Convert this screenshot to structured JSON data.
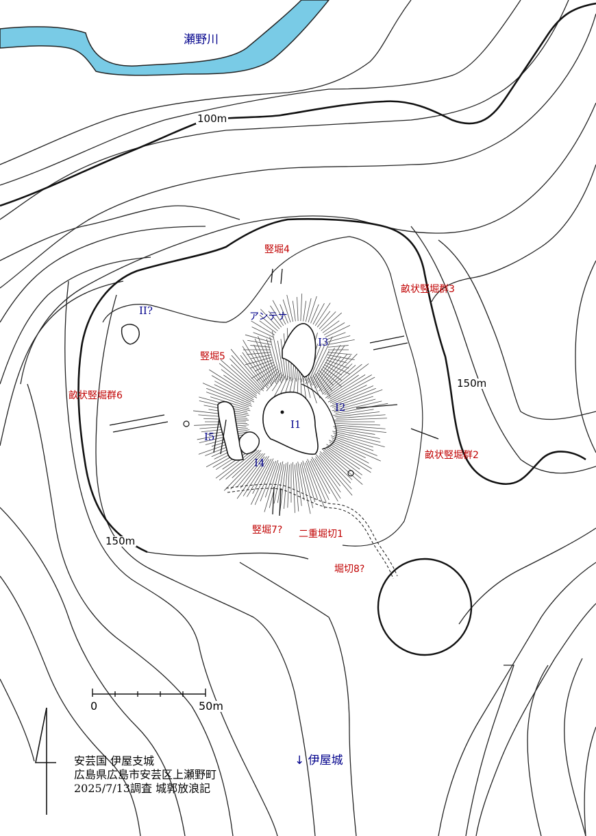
{
  "river": {
    "name": "瀬野川"
  },
  "contours": {
    "label_100": "100m",
    "label_150_right": "150m",
    "label_150_left": "150m"
  },
  "features": {
    "tatebori4": "竪堀4",
    "uneiki3": "畝状竪堀群3",
    "antenna": "アンテナ",
    "kuruwa_II": "II?",
    "tatebori5": "竪堀5",
    "uneiki6": "畝状竪堀群6",
    "kuruwa_I3": "I3",
    "kuruwa_I2": "I2",
    "kuruwa_I1": "I1",
    "kuruwa_I5": "I5",
    "kuruwa_I4": "I4",
    "uneiki2": "畝状竪堀群2",
    "tatebori7": "竪堀7?",
    "nijuhorikiri1": "二重堀切1",
    "horikiri8": "堀切8?"
  },
  "scale": {
    "start": "0",
    "end": "50m"
  },
  "direction": {
    "label": "↓ 伊屋城"
  },
  "credit": {
    "line1": "安芸国 伊屋支城",
    "line2": "広島県広島市安芸区上瀬野町",
    "line3": "2025/7/13調査 城郭放浪記"
  },
  "colors": {
    "river": "#79cbe6",
    "feature_label": "#c00000",
    "kuruwa_label": "#00008b"
  },
  "icons": {
    "north_arrow": "north-arrow-icon",
    "summit_mark": "summit-dot-icon"
  }
}
